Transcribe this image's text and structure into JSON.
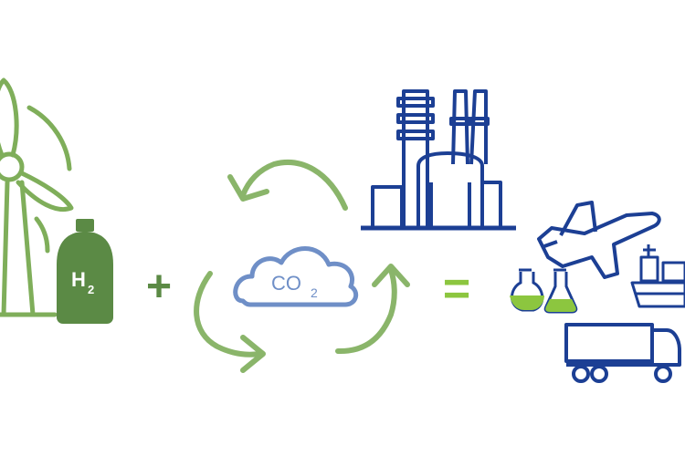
{
  "hydrogen": {
    "symbol": "H",
    "subscript": "2"
  },
  "co2": {
    "symbol": "CO",
    "subscript": "2"
  },
  "operators": {
    "plus": "+",
    "equals": "="
  },
  "colors": {
    "green_dark": "#5b8a45",
    "green_light": "#7fae5a",
    "green_bright": "#8cc63f",
    "blue_dark": "#1c3f94",
    "blue_cloud": "#6f8fc7"
  },
  "icons": [
    "wind-turbine-icon",
    "hydrogen-tank-icon",
    "recycle-arrows-icon",
    "co2-cloud-icon",
    "factory-icon",
    "airplane-icon",
    "ship-icon",
    "flask-icon",
    "truck-icon"
  ]
}
